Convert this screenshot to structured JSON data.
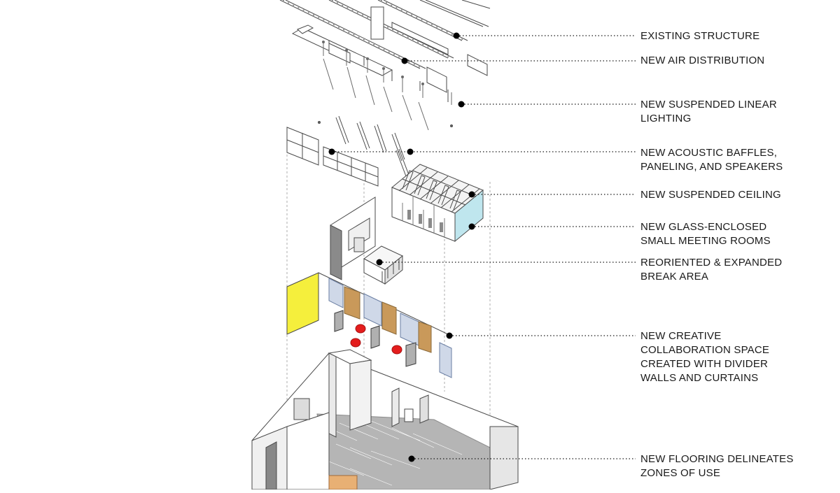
{
  "diagram": {
    "colors": {
      "line": "#4a4a4a",
      "leader": "#1a1a1a",
      "dot": "#000000",
      "yellow_panel": "#f5ef3c",
      "wood_panel": "#c9995a",
      "red_stool": "#e41d1d",
      "glass": "#bfe6ee",
      "floor_tile": "#b5b5b5",
      "shadow": "#9a9a9a"
    },
    "callouts": [
      {
        "id": "existing-structure",
        "lines": [
          "EXISTING STRUCTURE"
        ]
      },
      {
        "id": "air-distribution",
        "lines": [
          "NEW AIR DISTRIBUTION"
        ]
      },
      {
        "id": "linear-lighting",
        "lines": [
          "NEW SUSPENDED LINEAR",
          "LIGHTING"
        ]
      },
      {
        "id": "acoustic-baffles",
        "lines": [
          "NEW ACOUSTIC BAFFLES,",
          "PANELING, AND SPEAKERS"
        ]
      },
      {
        "id": "suspended-ceiling",
        "lines": [
          "NEW SUSPENDED CEILING"
        ]
      },
      {
        "id": "meeting-rooms",
        "lines": [
          "NEW GLASS-ENCLOSED",
          "SMALL MEETING ROOMS"
        ]
      },
      {
        "id": "break-area",
        "lines": [
          "REORIENTED & EXPANDED",
          "BREAK AREA"
        ]
      },
      {
        "id": "collaboration-space",
        "lines": [
          "NEW CREATIVE",
          "COLLABORATION SPACE",
          "CREATED WITH DIVIDER",
          "WALLS AND CURTAINS"
        ]
      },
      {
        "id": "flooring",
        "lines": [
          "NEW FLOORING DELINEATES",
          "ZONES OF USE"
        ]
      }
    ]
  }
}
